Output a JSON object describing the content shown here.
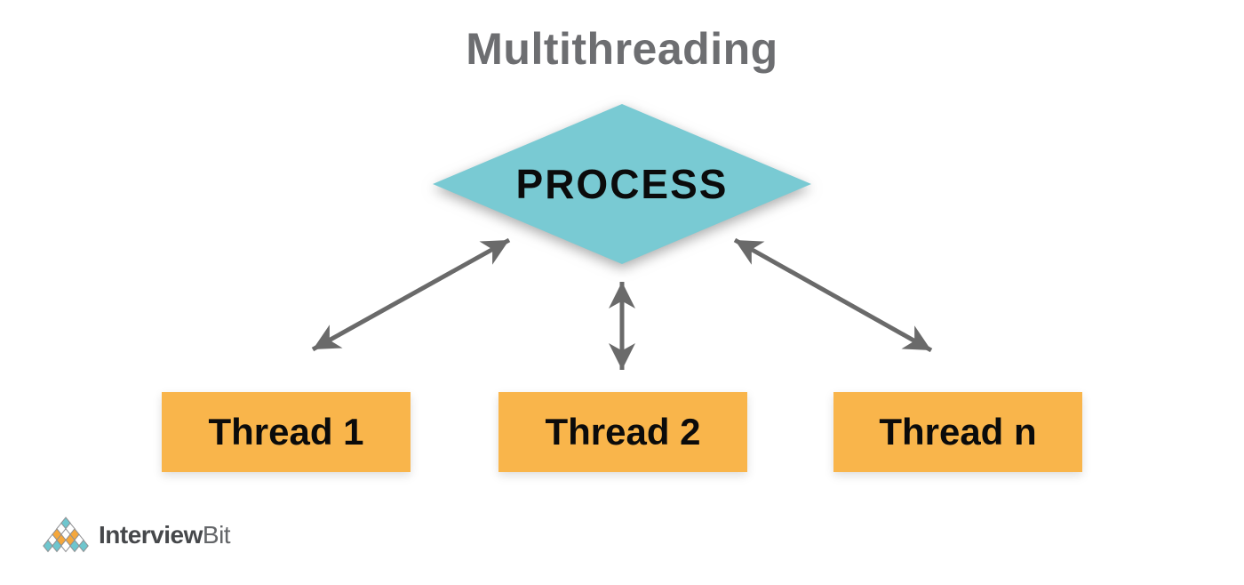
{
  "diagram": {
    "title": "Multithreading",
    "process": {
      "label": "PROCESS"
    },
    "threads": [
      {
        "label": "Thread 1"
      },
      {
        "label": "Thread 2"
      },
      {
        "label": "Thread n"
      }
    ],
    "connections": [
      {
        "from": "process",
        "to": "thread-1",
        "style": "double-arrow"
      },
      {
        "from": "process",
        "to": "thread-2",
        "style": "double-arrow"
      },
      {
        "from": "process",
        "to": "thread-n",
        "style": "double-arrow"
      }
    ]
  },
  "branding": {
    "logo_mark": "interviewbit-diamond-pyramid-icon",
    "name_primary": "Interview",
    "name_secondary": "Bit"
  },
  "colors": {
    "background": "#ffffff",
    "process_fill": "#79cad3",
    "thread_fill": "#f9b54b",
    "arrow": "#6a6a6a",
    "title_text": "#6d6e71",
    "node_text": "#0b0b0b",
    "logo_teal": "#6ec6ce",
    "logo_orange": "#f5a73b",
    "logo_text_primary": "#46484b",
    "logo_text_secondary": "#646669"
  }
}
